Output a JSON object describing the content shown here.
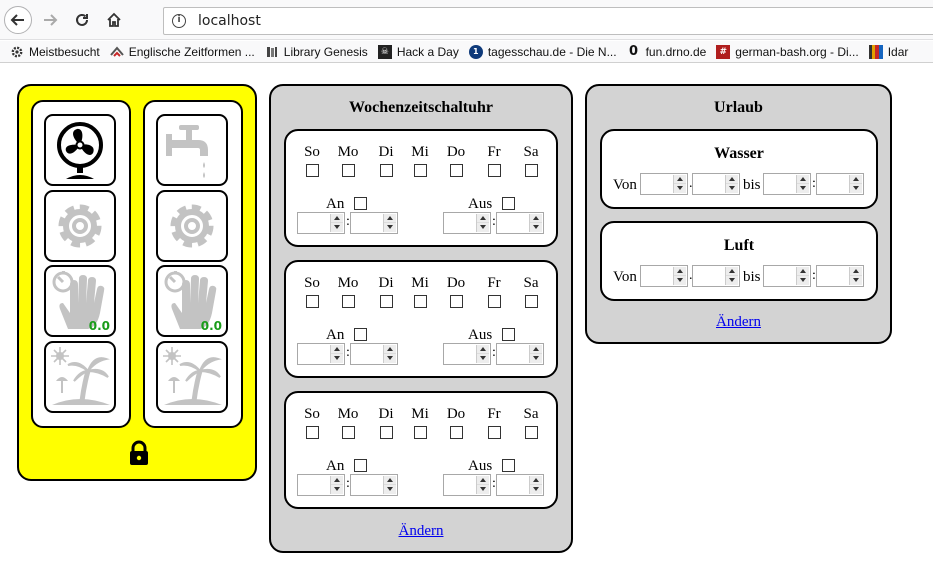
{
  "browser": {
    "url": "localhost",
    "bookmarks": [
      {
        "label": "Meistbesucht",
        "icon": "gear-icon"
      },
      {
        "label": "Englische Zeitformen ...",
        "icon": "book-icon"
      },
      {
        "label": "Library Genesis",
        "icon": "book-icon"
      },
      {
        "label": "Hack a Day",
        "icon": "skull-icon"
      },
      {
        "label": "tagesschau.de - Die N...",
        "icon": "tagesschau-icon"
      },
      {
        "label": "fun.drno.de",
        "icon": "zero-icon"
      },
      {
        "label": "german-bash.org - Di...",
        "icon": "bash-icon"
      },
      {
        "label": "Idar",
        "icon": "chart-icon"
      }
    ]
  },
  "control": {
    "column1": [
      {
        "icon": "fan-icon",
        "active": true
      },
      {
        "icon": "gear-icon",
        "active": false
      },
      {
        "icon": "manual-timer-hand-icon",
        "active": false,
        "counter": "0.0"
      },
      {
        "icon": "vacation-palm-icon",
        "active": false
      }
    ],
    "column2": [
      {
        "icon": "water-tap-icon",
        "active": false
      },
      {
        "icon": "gear-icon",
        "active": false
      },
      {
        "icon": "manual-timer-hand-icon",
        "active": false,
        "counter": "0.0"
      },
      {
        "icon": "vacation-palm-icon",
        "active": false
      }
    ],
    "lock_icon": "lock-icon"
  },
  "weekly": {
    "title": "Wochenzeitschaltuhr",
    "days": [
      "So",
      "Mo",
      "Di",
      "Mi",
      "Do",
      "Fr",
      "Sa"
    ],
    "on_label": "An",
    "off_label": "Aus",
    "schedules": [
      {
        "on_checked": false,
        "off_checked": false
      },
      {
        "on_checked": false,
        "off_checked": false
      },
      {
        "on_checked": false,
        "off_checked": false
      }
    ],
    "time_separator": ":",
    "change_link": "Ändern"
  },
  "vacation": {
    "title": "Urlaub",
    "sections": [
      {
        "title": "Wasser",
        "from_label": "Von",
        "to_label": "bis",
        "date_sep": ".",
        "time_sep": ":"
      },
      {
        "title": "Luft",
        "from_label": "Von",
        "to_label": "bis",
        "date_sep": ".",
        "time_sep": ":"
      }
    ],
    "change_link": "Ändern"
  },
  "colors": {
    "control_panel": "#ffff00",
    "gray_panel": "#d3d3d3",
    "inactive_icon": "#c3c3c3",
    "counter_green": "#1a9c1a",
    "link": "#0000ee"
  }
}
